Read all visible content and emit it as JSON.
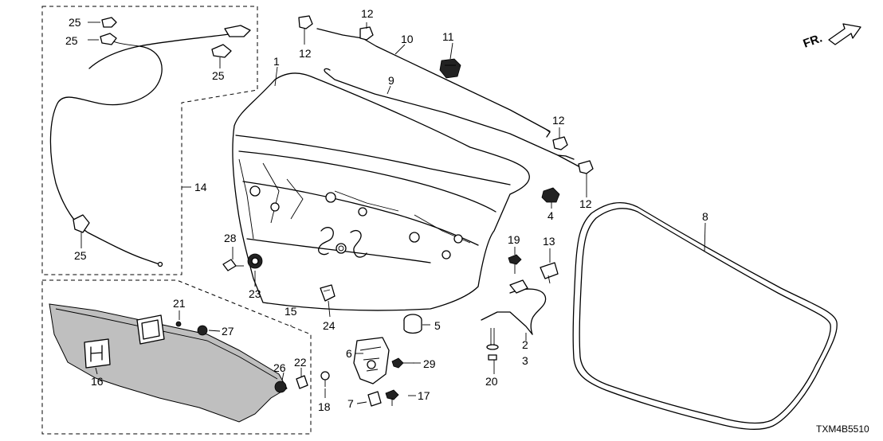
{
  "diagram_code": "TXM4B5510",
  "direction_label": "FR.",
  "callouts": [
    {
      "id": "c1",
      "label": "1"
    },
    {
      "id": "c2",
      "label": "2"
    },
    {
      "id": "c3",
      "label": "3"
    },
    {
      "id": "c4",
      "label": "4"
    },
    {
      "id": "c5",
      "label": "5"
    },
    {
      "id": "c6",
      "label": "6"
    },
    {
      "id": "c7",
      "label": "7"
    },
    {
      "id": "c8",
      "label": "8"
    },
    {
      "id": "c9",
      "label": "9"
    },
    {
      "id": "c10",
      "label": "10"
    },
    {
      "id": "c11",
      "label": "11"
    },
    {
      "id": "c12a",
      "label": "12"
    },
    {
      "id": "c12b",
      "label": "12"
    },
    {
      "id": "c12c",
      "label": "12"
    },
    {
      "id": "c12d",
      "label": "12"
    },
    {
      "id": "c13",
      "label": "13"
    },
    {
      "id": "c14",
      "label": "14"
    },
    {
      "id": "c15",
      "label": "15"
    },
    {
      "id": "c16",
      "label": "16"
    },
    {
      "id": "c17",
      "label": "17"
    },
    {
      "id": "c18",
      "label": "18"
    },
    {
      "id": "c19",
      "label": "19"
    },
    {
      "id": "c20",
      "label": "20"
    },
    {
      "id": "c21",
      "label": "21"
    },
    {
      "id": "c22",
      "label": "22"
    },
    {
      "id": "c23",
      "label": "23"
    },
    {
      "id": "c24",
      "label": "24"
    },
    {
      "id": "c25a",
      "label": "25"
    },
    {
      "id": "c25b",
      "label": "25"
    },
    {
      "id": "c25c",
      "label": "25"
    },
    {
      "id": "c25d",
      "label": "25"
    },
    {
      "id": "c26",
      "label": "26"
    },
    {
      "id": "c27",
      "label": "27"
    },
    {
      "id": "c28",
      "label": "28"
    },
    {
      "id": "c29",
      "label": "29"
    }
  ]
}
